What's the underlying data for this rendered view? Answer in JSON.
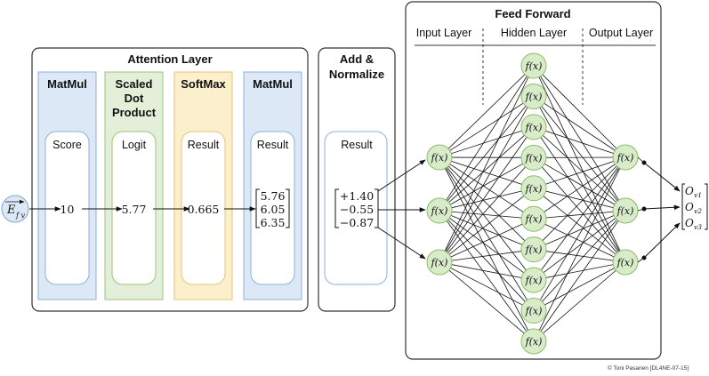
{
  "input_vector": {
    "symbol": "E",
    "subscript": "f v"
  },
  "attention": {
    "title": "Attention Layer",
    "columns": [
      {
        "title_lines": [
          "MatMul"
        ],
        "inner_label": "Score",
        "values": [
          "10"
        ],
        "color": "#dce8f6",
        "border": "#8fb1d8"
      },
      {
        "title_lines": [
          "Scaled",
          "Dot",
          "Product"
        ],
        "inner_label": "Logit",
        "values": [
          "5.77"
        ],
        "color": "#e3efd8",
        "border": "#9cc47e"
      },
      {
        "title_lines": [
          "SoftMax"
        ],
        "inner_label": "Result",
        "values": [
          "0.665"
        ],
        "color": "#fcefcc",
        "border": "#e5c477"
      },
      {
        "title_lines": [
          "MatMul"
        ],
        "inner_label": "Result",
        "values": [
          "5.76",
          "6.05",
          "6.35"
        ],
        "color": "#dce8f6",
        "border": "#8fb1d8"
      }
    ]
  },
  "add_normalize": {
    "title_lines": [
      "Add &",
      "Normalize"
    ],
    "inner_label": "Result",
    "values": [
      "+1.40",
      "−0.55",
      "−0.87"
    ]
  },
  "feed_forward": {
    "title": "Feed Forward",
    "layer_labels": [
      "Input Layer",
      "Hidden Layer",
      "Output Layer"
    ],
    "node_label": "f(x)",
    "input_nodes": 3,
    "hidden_nodes": 10,
    "output_nodes": 3,
    "node_fill": "#d9ecc9",
    "node_border": "#8dbb6a"
  },
  "outputs": [
    {
      "symbol": "O",
      "subscript": "v1"
    },
    {
      "symbol": "O",
      "subscript": "v2"
    },
    {
      "symbol": "O",
      "subscript": "v3"
    }
  ],
  "copyright": "© Toni Pasanen [DL4NE-07-15]"
}
